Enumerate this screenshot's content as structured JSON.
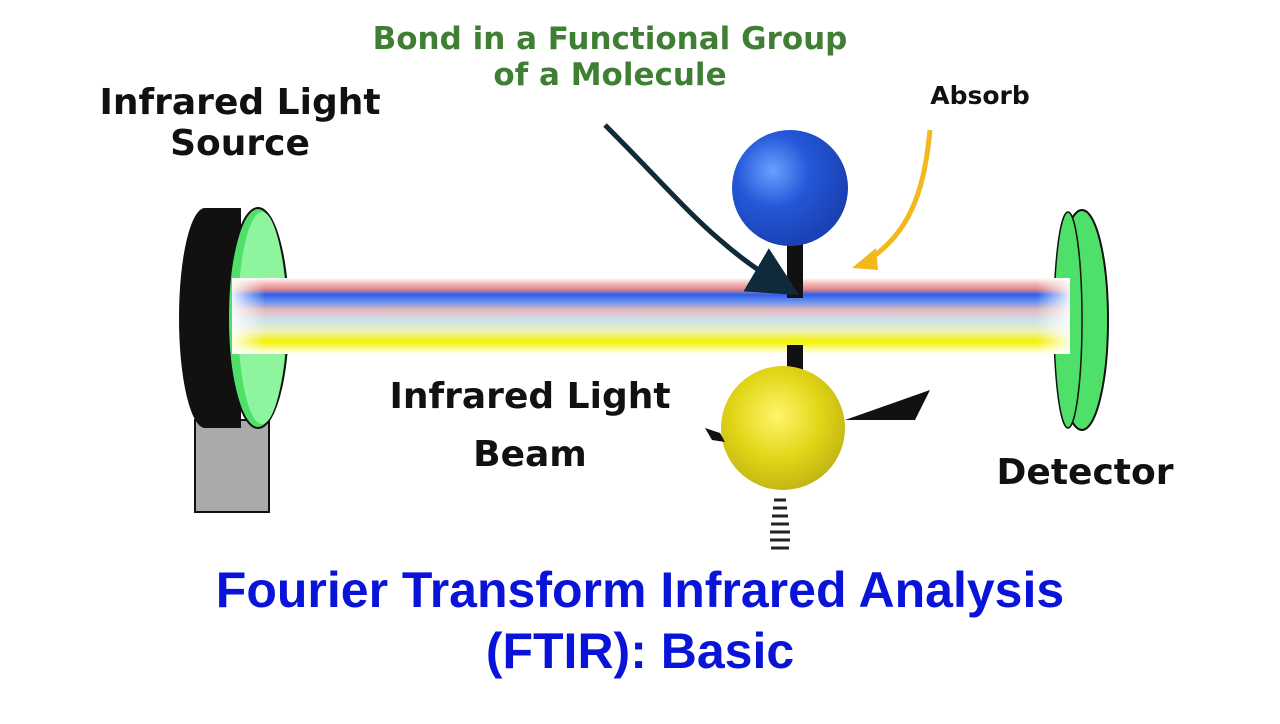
{
  "labels": {
    "bond_line1": "Bond in a Functional Group",
    "bond_line2": "of a Molecule",
    "source_line1": "Infrared Light",
    "source_line2": "Source",
    "absorb": "Absorb",
    "beam_line1": "Infrared Light",
    "beam_line2": "Beam",
    "detector": "Detector"
  },
  "title": {
    "line1": "Fourier Transform Infrared Analysis",
    "line2": "(FTIR): Basic"
  },
  "colors": {
    "title": "#0a14d8",
    "bond_label": "#3f7f33",
    "source_lens": "#4fe06a",
    "detector": "#4fe06a",
    "atom_top": "#1f55d6",
    "atom_bottom": "#e0d51a",
    "absorb_arrow": "#f2b81c",
    "bond_arrow": "#0f2a3a"
  },
  "icons": {
    "source": "light-source-icon",
    "beam": "infrared-beam-icon",
    "molecule": "diatomic-molecule-icon",
    "detector": "detector-icon"
  }
}
